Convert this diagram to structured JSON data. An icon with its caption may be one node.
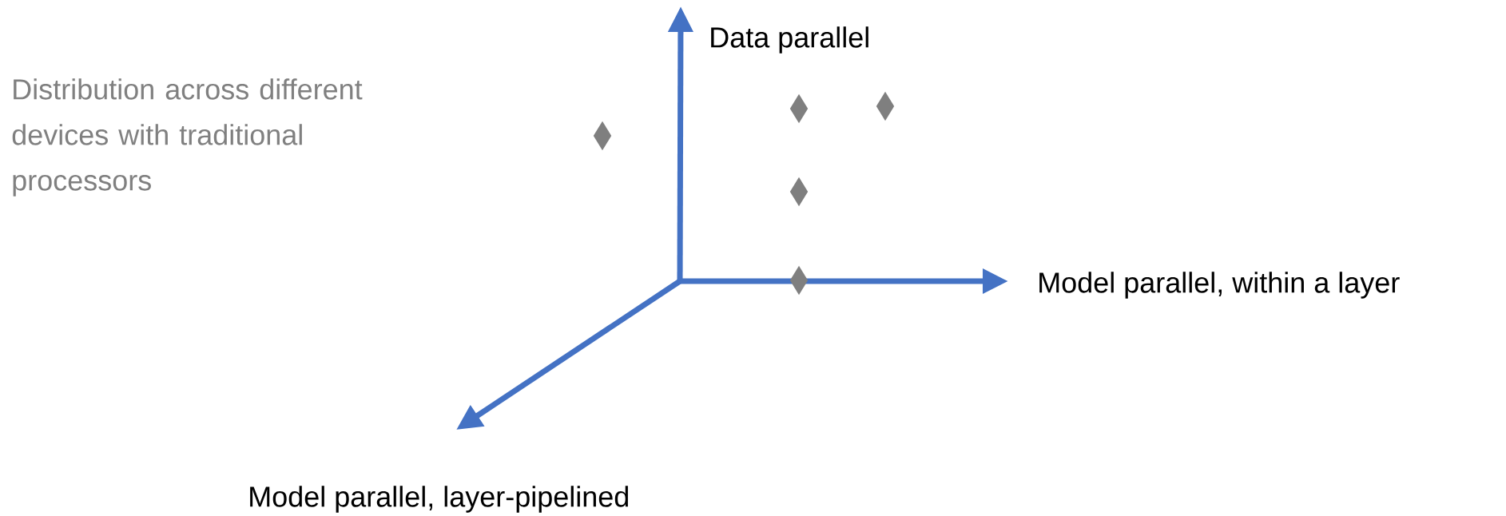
{
  "diagram": {
    "nodes": [
      {
        "text": [],
        "shape": "diamond"
      },
      {
        "text": [],
        "shape": "diamond"
      },
      {
        "text": [],
        "shape": "diamond"
      },
      {
        "text": [],
        "shape": "diamond"
      },
      {
        "text": [],
        "shape": "diamond"
      }
    ],
    "labels": [
      "Data parallel",
      "Distribution across different devices with traditional processors",
      "Model parallel, within a layer",
      "Model parallel, layer-pipelined"
    ]
  }
}
